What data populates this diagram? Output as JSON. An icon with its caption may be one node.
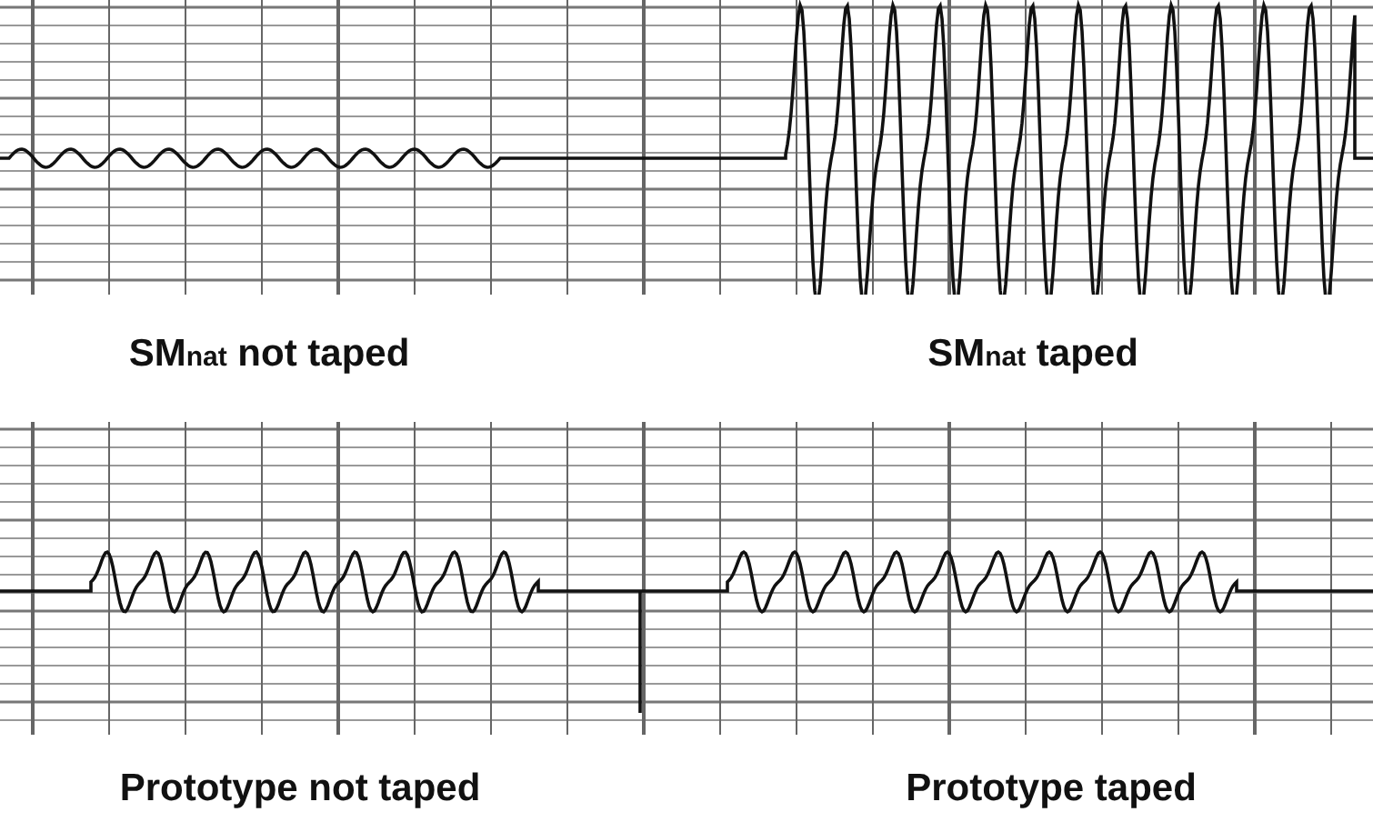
{
  "diagram": {
    "labels": [
      "SM$_{nat}$ not taped",
      "SM$_{nat}$ taped",
      "Prototype not taped",
      "Prototype taped"
    ]
  }
}
